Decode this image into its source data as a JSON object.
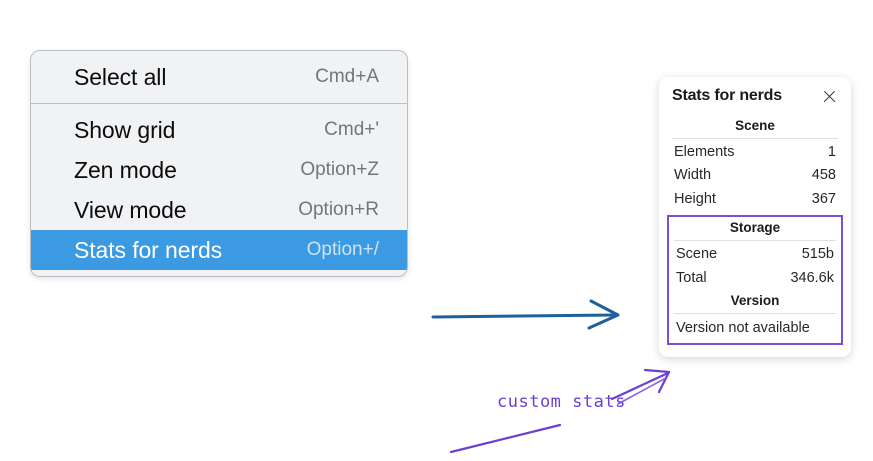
{
  "menu": {
    "groups": [
      {
        "items": [
          {
            "label": "Select all",
            "shortcut": "Cmd+A",
            "selected": false
          }
        ]
      },
      {
        "items": [
          {
            "label": "Show grid",
            "shortcut": "Cmd+'",
            "selected": false
          },
          {
            "label": "Zen mode",
            "shortcut": "Option+Z",
            "selected": false
          },
          {
            "label": "View mode",
            "shortcut": "Option+R",
            "selected": false
          },
          {
            "label": "Stats for nerds",
            "shortcut": "Option+/",
            "selected": true
          }
        ]
      }
    ],
    "highlight_color": "#3b9ae1"
  },
  "stats_panel": {
    "title": "Stats for nerds",
    "close_icon": "close-icon",
    "scene": {
      "heading": "Scene",
      "rows": [
        {
          "label": "Elements",
          "value": "1"
        },
        {
          "label": "Width",
          "value": "458"
        },
        {
          "label": "Height",
          "value": "367"
        }
      ]
    },
    "storage": {
      "heading": "Storage",
      "rows": [
        {
          "label": "Scene",
          "value": "515b"
        },
        {
          "label": "Total",
          "value": "346.6k"
        }
      ]
    },
    "version": {
      "heading": "Version",
      "note": "Version not available"
    },
    "highlight_color": "#7c4ddf"
  },
  "annotations": {
    "flow_arrow_color": "#1f6099",
    "callout_text": "custom stats",
    "callout_color": "#6b3fd4"
  }
}
